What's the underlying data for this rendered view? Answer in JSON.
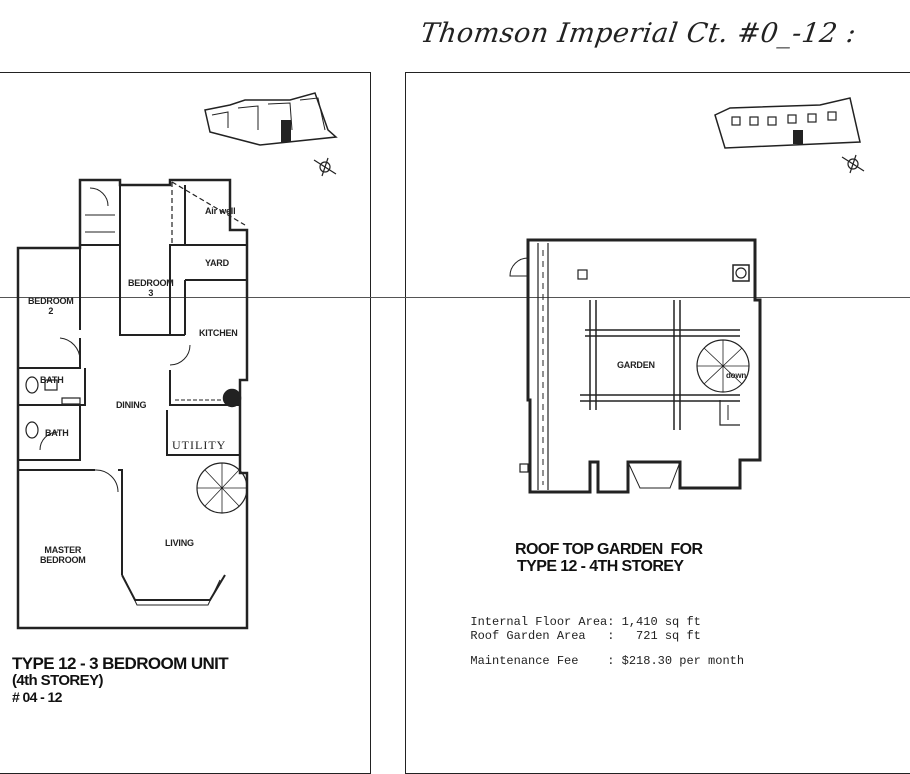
{
  "handwritten_note": "Thomson Imperial Ct. #0_-12 :",
  "left_plan": {
    "rooms": {
      "air_well": "Air well",
      "bedroom_3": "BEDROOM\n3",
      "yard": "YARD",
      "bedroom_2": "BEDROOM\n2",
      "kitchen": "KITCHEN",
      "bath_1": "BATH",
      "dining": "DINING",
      "bath_2": "BATH",
      "utility": "UTILITY",
      "master_bedroom": "MASTER\nBEDROOM",
      "living": "LIVING"
    },
    "title_line1": "TYPE 12 - 3 BEDROOM UNIT",
    "title_line2": "(4th STOREY)",
    "title_line3": "# 04 - 12"
  },
  "right_plan": {
    "rooms": {
      "garden": "GARDEN",
      "down": "down"
    },
    "title_line1": "ROOF TOP GARDEN  FOR",
    "title_line2": "TYPE 12 - 4TH STOREY",
    "specs": [
      {
        "label": "Internal Floor Area:",
        "value": "1,410 sq ft"
      },
      {
        "label": "Roof Garden Area   :",
        "value": "  721 sq ft"
      },
      {
        "label": "Maintenance Fee    :",
        "value": "$218.30 per month"
      }
    ]
  }
}
